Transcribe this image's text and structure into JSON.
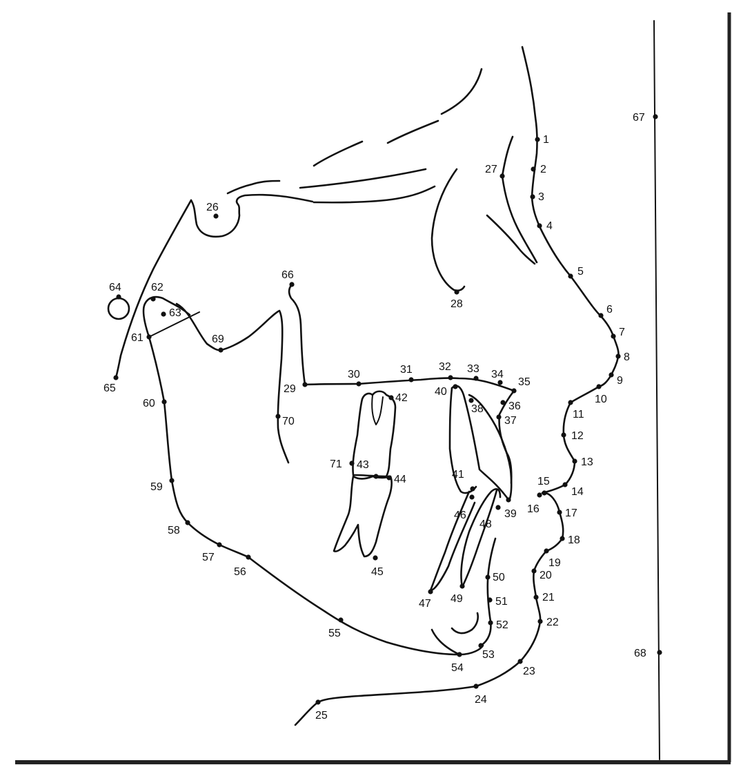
{
  "diagram": {
    "line_color": "#111111",
    "background": "#ffffff",
    "border_color": "#222222"
  },
  "landmarks": [
    {
      "id": "1",
      "label": "1"
    },
    {
      "id": "2",
      "label": "2"
    },
    {
      "id": "3",
      "label": "3"
    },
    {
      "id": "4",
      "label": "4"
    },
    {
      "id": "5",
      "label": "5"
    },
    {
      "id": "6",
      "label": "6"
    },
    {
      "id": "7",
      "label": "7"
    },
    {
      "id": "8",
      "label": "8"
    },
    {
      "id": "9",
      "label": "9"
    },
    {
      "id": "10",
      "label": "10"
    },
    {
      "id": "11",
      "label": "11"
    },
    {
      "id": "12",
      "label": "12"
    },
    {
      "id": "13",
      "label": "13"
    },
    {
      "id": "14",
      "label": "14"
    },
    {
      "id": "15",
      "label": "15"
    },
    {
      "id": "16",
      "label": "16"
    },
    {
      "id": "17",
      "label": "17"
    },
    {
      "id": "18",
      "label": "18"
    },
    {
      "id": "19",
      "label": "19"
    },
    {
      "id": "20",
      "label": "20"
    },
    {
      "id": "21",
      "label": "21"
    },
    {
      "id": "22",
      "label": "22"
    },
    {
      "id": "23",
      "label": "23"
    },
    {
      "id": "24",
      "label": "24"
    },
    {
      "id": "25",
      "label": "25"
    },
    {
      "id": "26",
      "label": "26"
    },
    {
      "id": "27",
      "label": "27"
    },
    {
      "id": "28",
      "label": "28"
    },
    {
      "id": "29",
      "label": "29"
    },
    {
      "id": "30",
      "label": "30"
    },
    {
      "id": "31",
      "label": "31"
    },
    {
      "id": "32",
      "label": "32"
    },
    {
      "id": "33",
      "label": "33"
    },
    {
      "id": "34",
      "label": "34"
    },
    {
      "id": "35",
      "label": "35"
    },
    {
      "id": "36",
      "label": "36"
    },
    {
      "id": "37",
      "label": "37"
    },
    {
      "id": "38",
      "label": "38"
    },
    {
      "id": "39",
      "label": "39"
    },
    {
      "id": "40",
      "label": "40"
    },
    {
      "id": "41",
      "label": "41"
    },
    {
      "id": "42",
      "label": "42"
    },
    {
      "id": "43",
      "label": "43"
    },
    {
      "id": "44",
      "label": "44"
    },
    {
      "id": "45",
      "label": "45"
    },
    {
      "id": "46",
      "label": "46"
    },
    {
      "id": "47",
      "label": "47"
    },
    {
      "id": "48",
      "label": "48"
    },
    {
      "id": "49",
      "label": "49"
    },
    {
      "id": "50",
      "label": "50"
    },
    {
      "id": "51",
      "label": "51"
    },
    {
      "id": "52",
      "label": "52"
    },
    {
      "id": "53",
      "label": "53"
    },
    {
      "id": "54",
      "label": "54"
    },
    {
      "id": "55",
      "label": "55"
    },
    {
      "id": "56",
      "label": "56"
    },
    {
      "id": "57",
      "label": "57"
    },
    {
      "id": "58",
      "label": "58"
    },
    {
      "id": "59",
      "label": "59"
    },
    {
      "id": "60",
      "label": "60"
    },
    {
      "id": "61",
      "label": "61"
    },
    {
      "id": "62",
      "label": "62"
    },
    {
      "id": "63",
      "label": "63"
    },
    {
      "id": "64",
      "label": "64"
    },
    {
      "id": "65",
      "label": "65"
    },
    {
      "id": "66",
      "label": "66"
    },
    {
      "id": "67",
      "label": "67"
    },
    {
      "id": "68",
      "label": "68"
    },
    {
      "id": "69",
      "label": "69"
    },
    {
      "id": "70",
      "label": "70"
    },
    {
      "id": "71",
      "label": "71"
    }
  ]
}
